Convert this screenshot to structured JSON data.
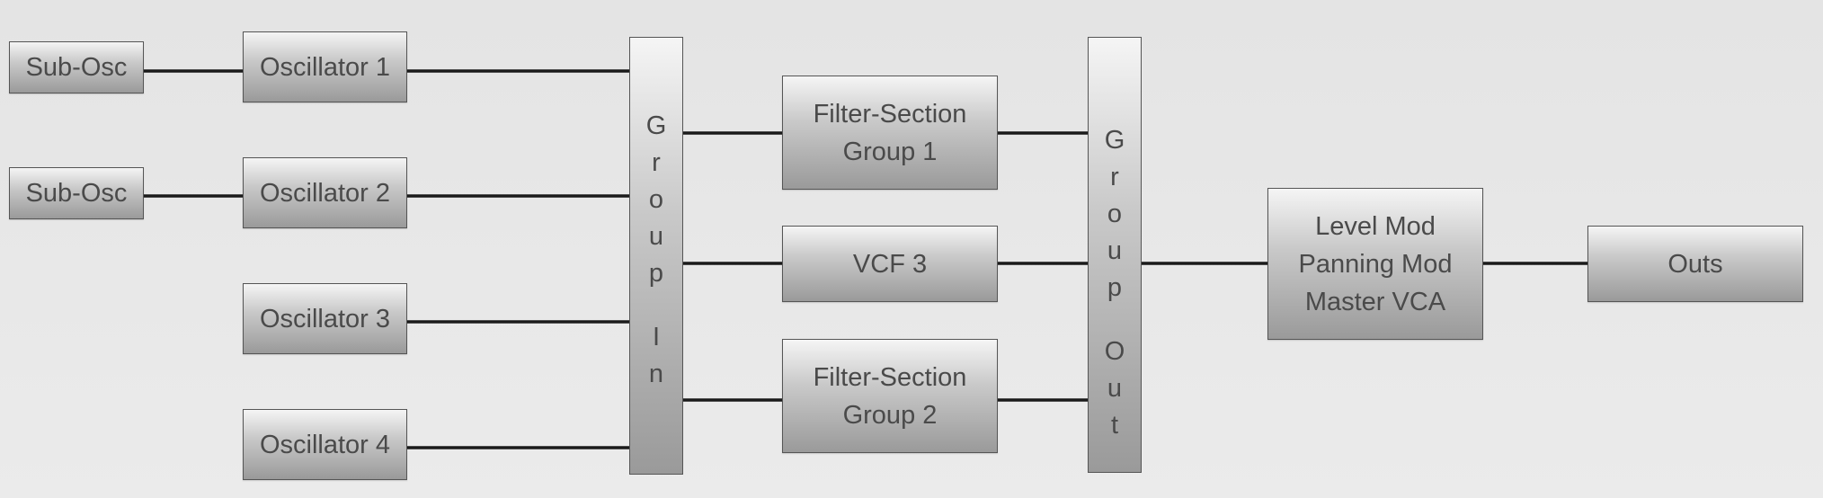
{
  "diagram": {
    "sub_osc_1": "Sub-Osc",
    "sub_osc_2": "Sub-Osc",
    "osc_1": "Oscillator 1",
    "osc_2": "Oscillator 2",
    "osc_3": "Oscillator 3",
    "osc_4": "Oscillator 4",
    "group_in": {
      "word1": [
        "G",
        "r",
        "o",
        "u",
        "p"
      ],
      "word2": [
        "I",
        "n"
      ]
    },
    "filter_1": {
      "line1": "Filter-Section",
      "line2": "Group 1"
    },
    "vcf_3": "VCF 3",
    "filter_2": {
      "line1": "Filter-Section",
      "line2": "Group 2"
    },
    "group_out": {
      "word1": [
        "G",
        "r",
        "o",
        "u",
        "p"
      ],
      "word2": [
        "O",
        "u",
        "t"
      ]
    },
    "level_mod": {
      "line1": "Level Mod",
      "line2": "Panning Mod",
      "line3": "Master VCA"
    },
    "outs": "Outs"
  },
  "colors": {
    "wire": "#1a1a1a",
    "box_border": "#555555",
    "text": "#4a4a4a",
    "background": "#e8e8e8"
  }
}
